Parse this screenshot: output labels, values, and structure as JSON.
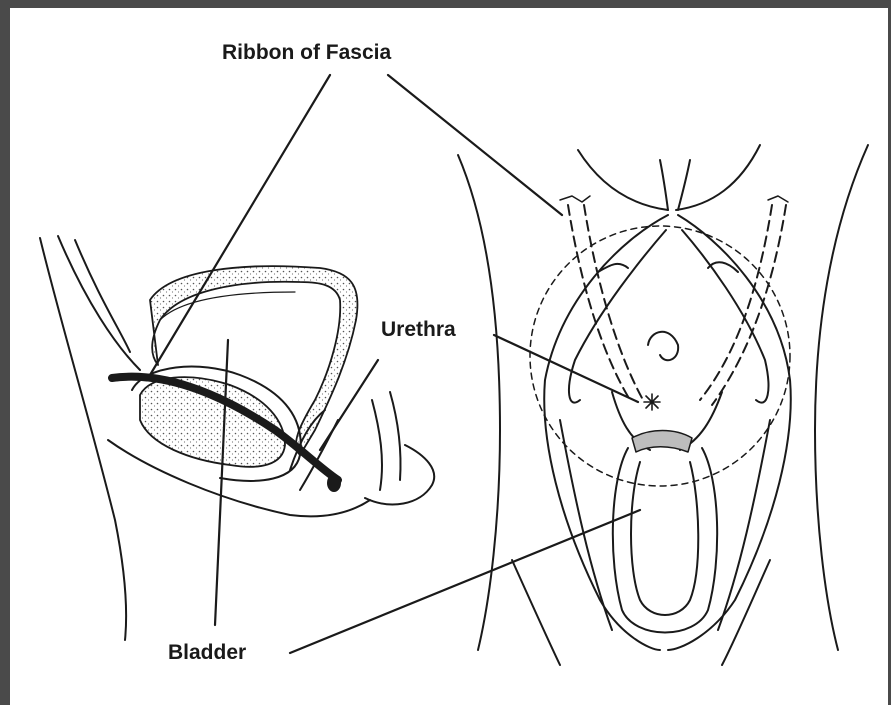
{
  "labels": {
    "ribbon": "Ribbon of Fascia",
    "urethra": "Urethra",
    "bladder": "Bladder"
  },
  "colors": {
    "ink": "#1a1a1a",
    "background": "#ffffff",
    "border": "#4a4a4a",
    "shade": "#bdbdbd"
  }
}
